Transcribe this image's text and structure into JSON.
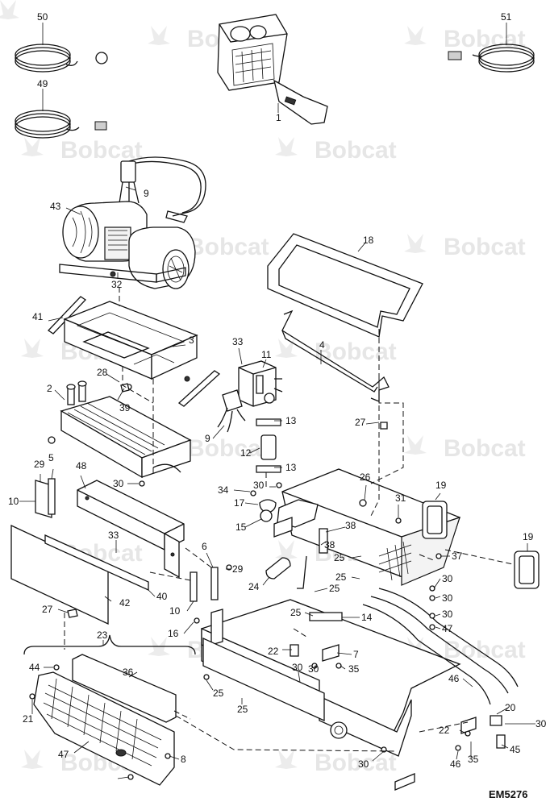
{
  "figure": {
    "code": "EM5276",
    "watermark": "Bobcat"
  },
  "callouts": [
    {
      "id": "c50",
      "text": "50"
    },
    {
      "id": "c51",
      "text": "51"
    },
    {
      "id": "c49",
      "text": "49"
    },
    {
      "id": "c1",
      "text": "1"
    },
    {
      "id": "c9a",
      "text": "9"
    },
    {
      "id": "c43",
      "text": "43"
    },
    {
      "id": "c32",
      "text": "32"
    },
    {
      "id": "c18",
      "text": "18"
    },
    {
      "id": "c41",
      "text": "41"
    },
    {
      "id": "c3",
      "text": "3"
    },
    {
      "id": "c4",
      "text": "4"
    },
    {
      "id": "c33a",
      "text": "33"
    },
    {
      "id": "c11",
      "text": "11"
    },
    {
      "id": "c2",
      "text": "2"
    },
    {
      "id": "c28",
      "text": "28"
    },
    {
      "id": "c39",
      "text": "39"
    },
    {
      "id": "c27a",
      "text": "27"
    },
    {
      "id": "c13a",
      "text": "13"
    },
    {
      "id": "c9b",
      "text": "9"
    },
    {
      "id": "c12",
      "text": "12"
    },
    {
      "id": "c13b",
      "text": "13"
    },
    {
      "id": "c29a",
      "text": "29"
    },
    {
      "id": "c5",
      "text": "5"
    },
    {
      "id": "c48",
      "text": "48"
    },
    {
      "id": "c30a",
      "text": "30"
    },
    {
      "id": "c26",
      "text": "26"
    },
    {
      "id": "c19a",
      "text": "19"
    },
    {
      "id": "c34",
      "text": "34"
    },
    {
      "id": "c30b",
      "text": "30"
    },
    {
      "id": "c31",
      "text": "31"
    },
    {
      "id": "c10a",
      "text": "10"
    },
    {
      "id": "c17",
      "text": "17"
    },
    {
      "id": "c15",
      "text": "15"
    },
    {
      "id": "c38a",
      "text": "38"
    },
    {
      "id": "c33b",
      "text": "33"
    },
    {
      "id": "c38b",
      "text": "38"
    },
    {
      "id": "c19b",
      "text": "19"
    },
    {
      "id": "c6",
      "text": "6"
    },
    {
      "id": "c25a",
      "text": "25"
    },
    {
      "id": "c37",
      "text": "37"
    },
    {
      "id": "c29b",
      "text": "29"
    },
    {
      "id": "c24",
      "text": "24"
    },
    {
      "id": "c25b",
      "text": "25"
    },
    {
      "id": "c30c",
      "text": "30"
    },
    {
      "id": "c42",
      "text": "42"
    },
    {
      "id": "c40",
      "text": "40"
    },
    {
      "id": "c25c",
      "text": "25"
    },
    {
      "id": "c30d",
      "text": "30"
    },
    {
      "id": "c10b",
      "text": "10"
    },
    {
      "id": "c27b",
      "text": "27"
    },
    {
      "id": "c25d",
      "text": "25"
    },
    {
      "id": "c14",
      "text": "14"
    },
    {
      "id": "c30e",
      "text": "30"
    },
    {
      "id": "c16",
      "text": "16"
    },
    {
      "id": "c23",
      "text": "23"
    },
    {
      "id": "c22a",
      "text": "22"
    },
    {
      "id": "c7",
      "text": "7"
    },
    {
      "id": "c47a",
      "text": "47"
    },
    {
      "id": "c44",
      "text": "44"
    },
    {
      "id": "c36",
      "text": "36"
    },
    {
      "id": "c30f",
      "text": "30"
    },
    {
      "id": "c30g",
      "text": "30"
    },
    {
      "id": "c35a",
      "text": "35"
    },
    {
      "id": "c25e",
      "text": "25"
    },
    {
      "id": "c46a",
      "text": "46"
    },
    {
      "id": "c21",
      "text": "21"
    },
    {
      "id": "c25f",
      "text": "25"
    },
    {
      "id": "c20",
      "text": "20"
    },
    {
      "id": "c30h",
      "text": "30"
    },
    {
      "id": "c22b",
      "text": "22"
    },
    {
      "id": "c45",
      "text": "45"
    },
    {
      "id": "c47b",
      "text": "47"
    },
    {
      "id": "c8",
      "text": "8"
    },
    {
      "id": "c35b",
      "text": "35"
    },
    {
      "id": "c30i",
      "text": "30"
    },
    {
      "id": "c46b",
      "text": "46"
    }
  ]
}
